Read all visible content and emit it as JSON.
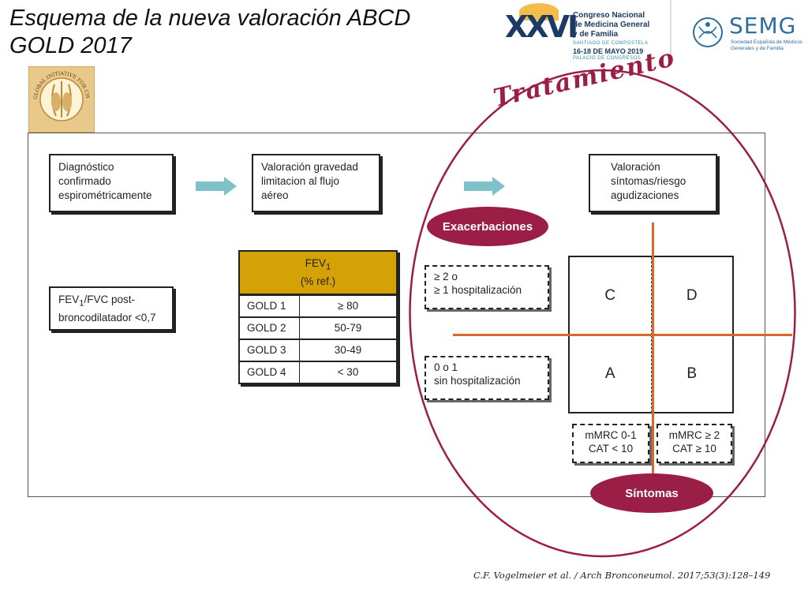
{
  "title": {
    "line1": "Esquema de la nueva valoración ABCD",
    "line2": "GOLD 2017"
  },
  "logos": {
    "gold_logo": "GLOBAL INITIATIVE FOR CHRONIC OBSTRUCTIVE LUNG DISEASE",
    "congreso": {
      "number": "XXVI",
      "line1": "Congreso Nacional",
      "line2": "de Medicina General",
      "line3": "y de Familia",
      "city": "SANTIAGO DE COMPOSTELA",
      "dates": "16-18 DE MAYO 2019",
      "venue": "PALACIO DE CONGRESOS"
    },
    "semg": {
      "name": "SEMG",
      "sub1": "Sociedad Española de Médicos",
      "sub2": "Generales y de Familia"
    }
  },
  "flow": {
    "diagnostico": [
      "Diagnóstico",
      "confirmado",
      "espirométricamente"
    ],
    "valoracion_gravedad": [
      "Valoración gravedad",
      "limitacion al flujo",
      "aéreo"
    ],
    "valoracion_sintomas": [
      "Valoración",
      "síntomas/riesgo",
      "agudizaciones"
    ],
    "fev_fvc": {
      "part1": "FEV",
      "sub": "1",
      "part2": "/FVC post-",
      "line2": "broncodilatador <0,7"
    }
  },
  "tratamiento": "Tratamiento",
  "exacerbaciones_label": "Exacerbaciones",
  "sintomas_label": "Síntomas",
  "fev_table": {
    "header_main": "FEV",
    "header_sub": "1",
    "header_unit": "(% ref.)",
    "rows": [
      {
        "grade": "GOLD 1",
        "value": "≥ 80"
      },
      {
        "grade": "GOLD 2",
        "value": "50-79"
      },
      {
        "grade": "GOLD 3",
        "value": "30-49"
      },
      {
        "grade": "GOLD 4",
        "value": "< 30"
      }
    ]
  },
  "exacerbation_criteria": {
    "high": [
      "≥ 2 o",
      "≥ 1 hospitalización"
    ],
    "low": [
      "0 o 1",
      "sin hospitalización"
    ]
  },
  "quadrants": {
    "c": "C",
    "d": "D",
    "a": "A",
    "b": "B"
  },
  "symptom_criteria": {
    "low": [
      "mMRC 0-1",
      "CAT < 10"
    ],
    "high": [
      "mMRC ≥ 2",
      "CAT ≥ 10"
    ]
  },
  "citation": "C.F. Vogelmeier et al. / Arch Bronconeumol. 2017;53(3):128–149",
  "colors": {
    "accent": "#9b1e47",
    "table_header": "#d4a106",
    "axis": "#d9692a",
    "arrow": "#7fc1c9"
  }
}
